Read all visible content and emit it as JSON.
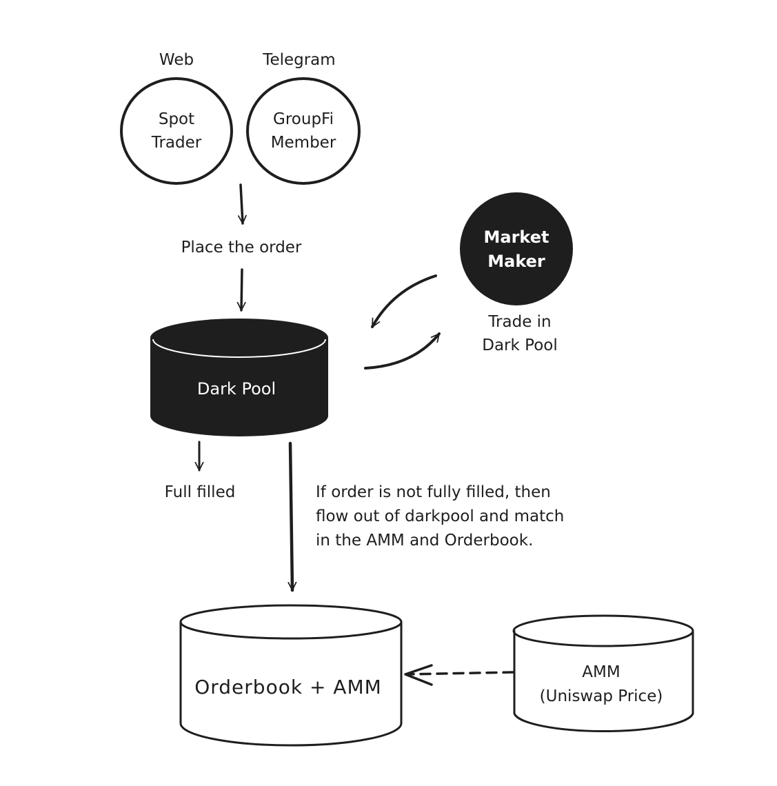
{
  "nodes": {
    "spot_trader": {
      "channel": "Web",
      "line1": "Spot",
      "line2": "Trader"
    },
    "groupfi_member": {
      "channel": "Telegram",
      "line1": "GroupFi",
      "line2": "Member"
    },
    "market_maker": {
      "line1": "Market",
      "line2": "Maker",
      "caption1": "Trade in",
      "caption2": "Dark Pool"
    },
    "dark_pool": {
      "label": "Dark Pool"
    },
    "orderbook_amm": {
      "label": "Orderbook + AMM"
    },
    "amm_uniswap": {
      "line1": "AMM",
      "line2": "(Uniswap Price)"
    }
  },
  "edges": {
    "place_order": {
      "label": "Place the order"
    },
    "full_filled": {
      "label": "Full filled"
    },
    "overflow_note": {
      "line1": "If order is not fully filled, then",
      "line2": "flow out of darkpool and match",
      "line3": "in the AMM and Orderbook."
    }
  },
  "colors": {
    "ink": "#1e1e1e",
    "background": "#ffffff"
  }
}
